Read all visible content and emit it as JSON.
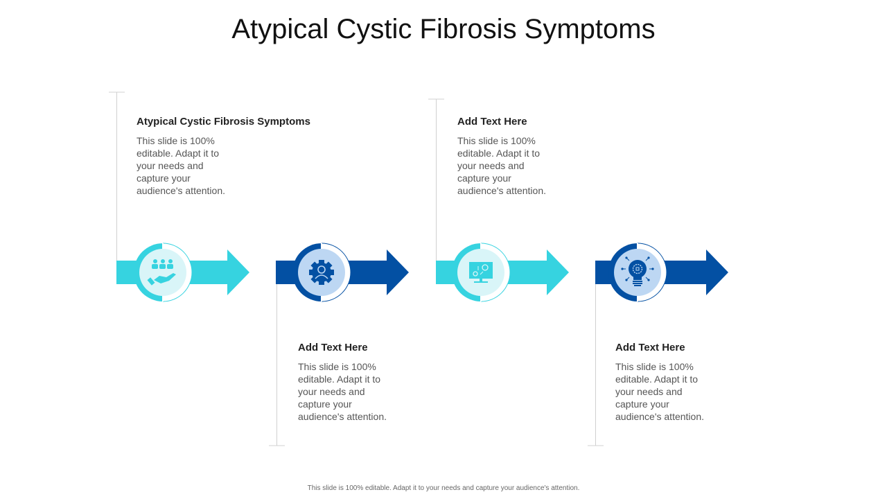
{
  "slide": {
    "title": "Atypical Cystic Fibrosis Symptoms",
    "footer": "This slide is 100% editable.  Adapt it to your needs and capture your audience's attention."
  },
  "colors": {
    "cyan": "#36D3E0",
    "cyan_light": "#D9F5F8",
    "cyan_icon": "#36D3E0",
    "blue": "#0350A3",
    "blue_light": "#BDD7F3",
    "blue_icon": "#0350A3",
    "guide_line": "#cccccc"
  },
  "steps": [
    {
      "heading": "Atypical Cystic Fibrosis Symptoms",
      "body": "This slide is 100% editable. Adapt it to your needs and capture your audience's attention.",
      "icon": "hand-people-icon",
      "color": "cyan",
      "text_position": "top"
    },
    {
      "heading": "Add Text Here",
      "body": "This slide is 100% editable. Adapt it to your needs and capture your audience's attention.",
      "icon": "gear-user-icon",
      "color": "blue",
      "text_position": "bottom"
    },
    {
      "heading": "Add Text Here",
      "body": "This slide is 100% editable. Adapt it to your needs and capture your audience's attention.",
      "icon": "monitor-gears-icon",
      "color": "cyan",
      "text_position": "top"
    },
    {
      "heading": "Add Text Here",
      "body": "This slide is 100% editable. Adapt it to your needs and capture your audience's attention.",
      "icon": "lightbulb-gear-icon",
      "color": "blue",
      "text_position": "bottom"
    }
  ]
}
